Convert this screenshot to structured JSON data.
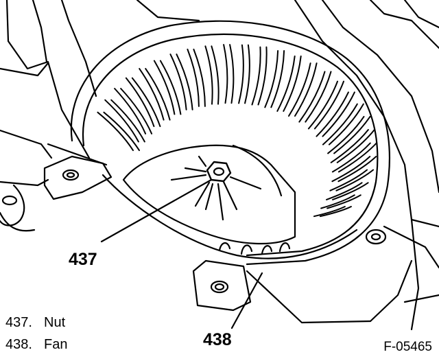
{
  "callouts": [
    {
      "number": "437",
      "part": "Nut"
    },
    {
      "number": "438",
      "part": "Fan"
    }
  ],
  "legend": [
    {
      "number": "437.",
      "label": "Nut"
    },
    {
      "number": "438.",
      "label": "Fan"
    }
  ],
  "figure_id": "F-05465",
  "colors": {
    "ink": "#000000",
    "paper": "#ffffff"
  }
}
